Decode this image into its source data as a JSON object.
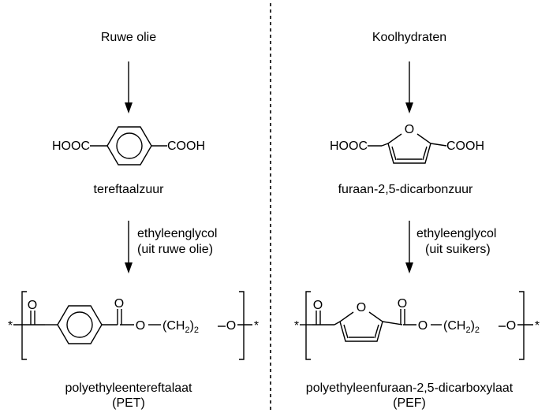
{
  "left": {
    "source": "Ruwe olie",
    "acid_group_left": "HOOC",
    "acid_group_right": "COOH",
    "acid_name": "tereftaalzuur",
    "reagent_line1": "ethyleenglycol",
    "reagent_line2": "(uit ruwe olie)",
    "polymer_name": "polyethyleentereftalaat",
    "polymer_abbr": "(PET)"
  },
  "right": {
    "source": "Koolhydraten",
    "acid_group_left": "HOOC",
    "acid_group_right": "COOH",
    "ring_heteroatom": "O",
    "acid_name": "furaan-2,5-dicarbonzuur",
    "reagent_line1": "ethyleenglycol",
    "reagent_line2": "(uit suikers)",
    "polymer_name": "polyethyleenfuraan-2,5-dicarboxylaat",
    "polymer_abbr": "(PEF)"
  },
  "polymer_unit": {
    "end_marker": "*",
    "carbonyl_o": "O",
    "ester_o": "O",
    "ch2_open": "(CH",
    "ch2_sub": "2",
    "ch2_close": ")",
    "repeat_sub": "2",
    "link_o": "O"
  }
}
